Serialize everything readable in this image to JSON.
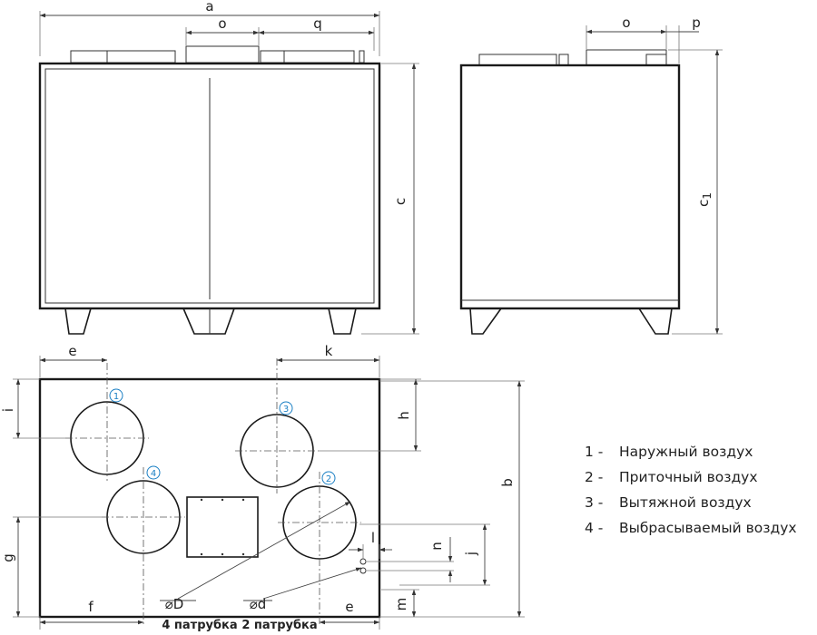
{
  "dimensions": {
    "front": {
      "a": "a",
      "o": "o",
      "q": "q",
      "c": "c"
    },
    "side": {
      "o": "o",
      "p": "p",
      "c1": "c",
      "c1_sub": "1"
    },
    "plan": {
      "e_top": "e",
      "k": "k",
      "i": "i",
      "h": "h",
      "b": "b",
      "g": "g",
      "f": "f",
      "e_bottom": "e",
      "m": "m",
      "j": "j",
      "n": "n",
      "l": "l"
    }
  },
  "outlets": [
    {
      "num": "1"
    },
    {
      "num": "2"
    },
    {
      "num": "3"
    },
    {
      "num": "4"
    }
  ],
  "callouts": {
    "D_symbol": "⌀D",
    "D_caption": "4 патрубка",
    "d_symbol": "⌀d",
    "d_caption": "2 патрубка"
  },
  "legend": [
    {
      "num": "1 -",
      "label": "Наружный воздух"
    },
    {
      "num": "2 -",
      "label": "Приточный воздух"
    },
    {
      "num": "3 -",
      "label": "Вытяжной воздух"
    },
    {
      "num": "4 -",
      "label": "Выбрасываемый воздух"
    }
  ]
}
